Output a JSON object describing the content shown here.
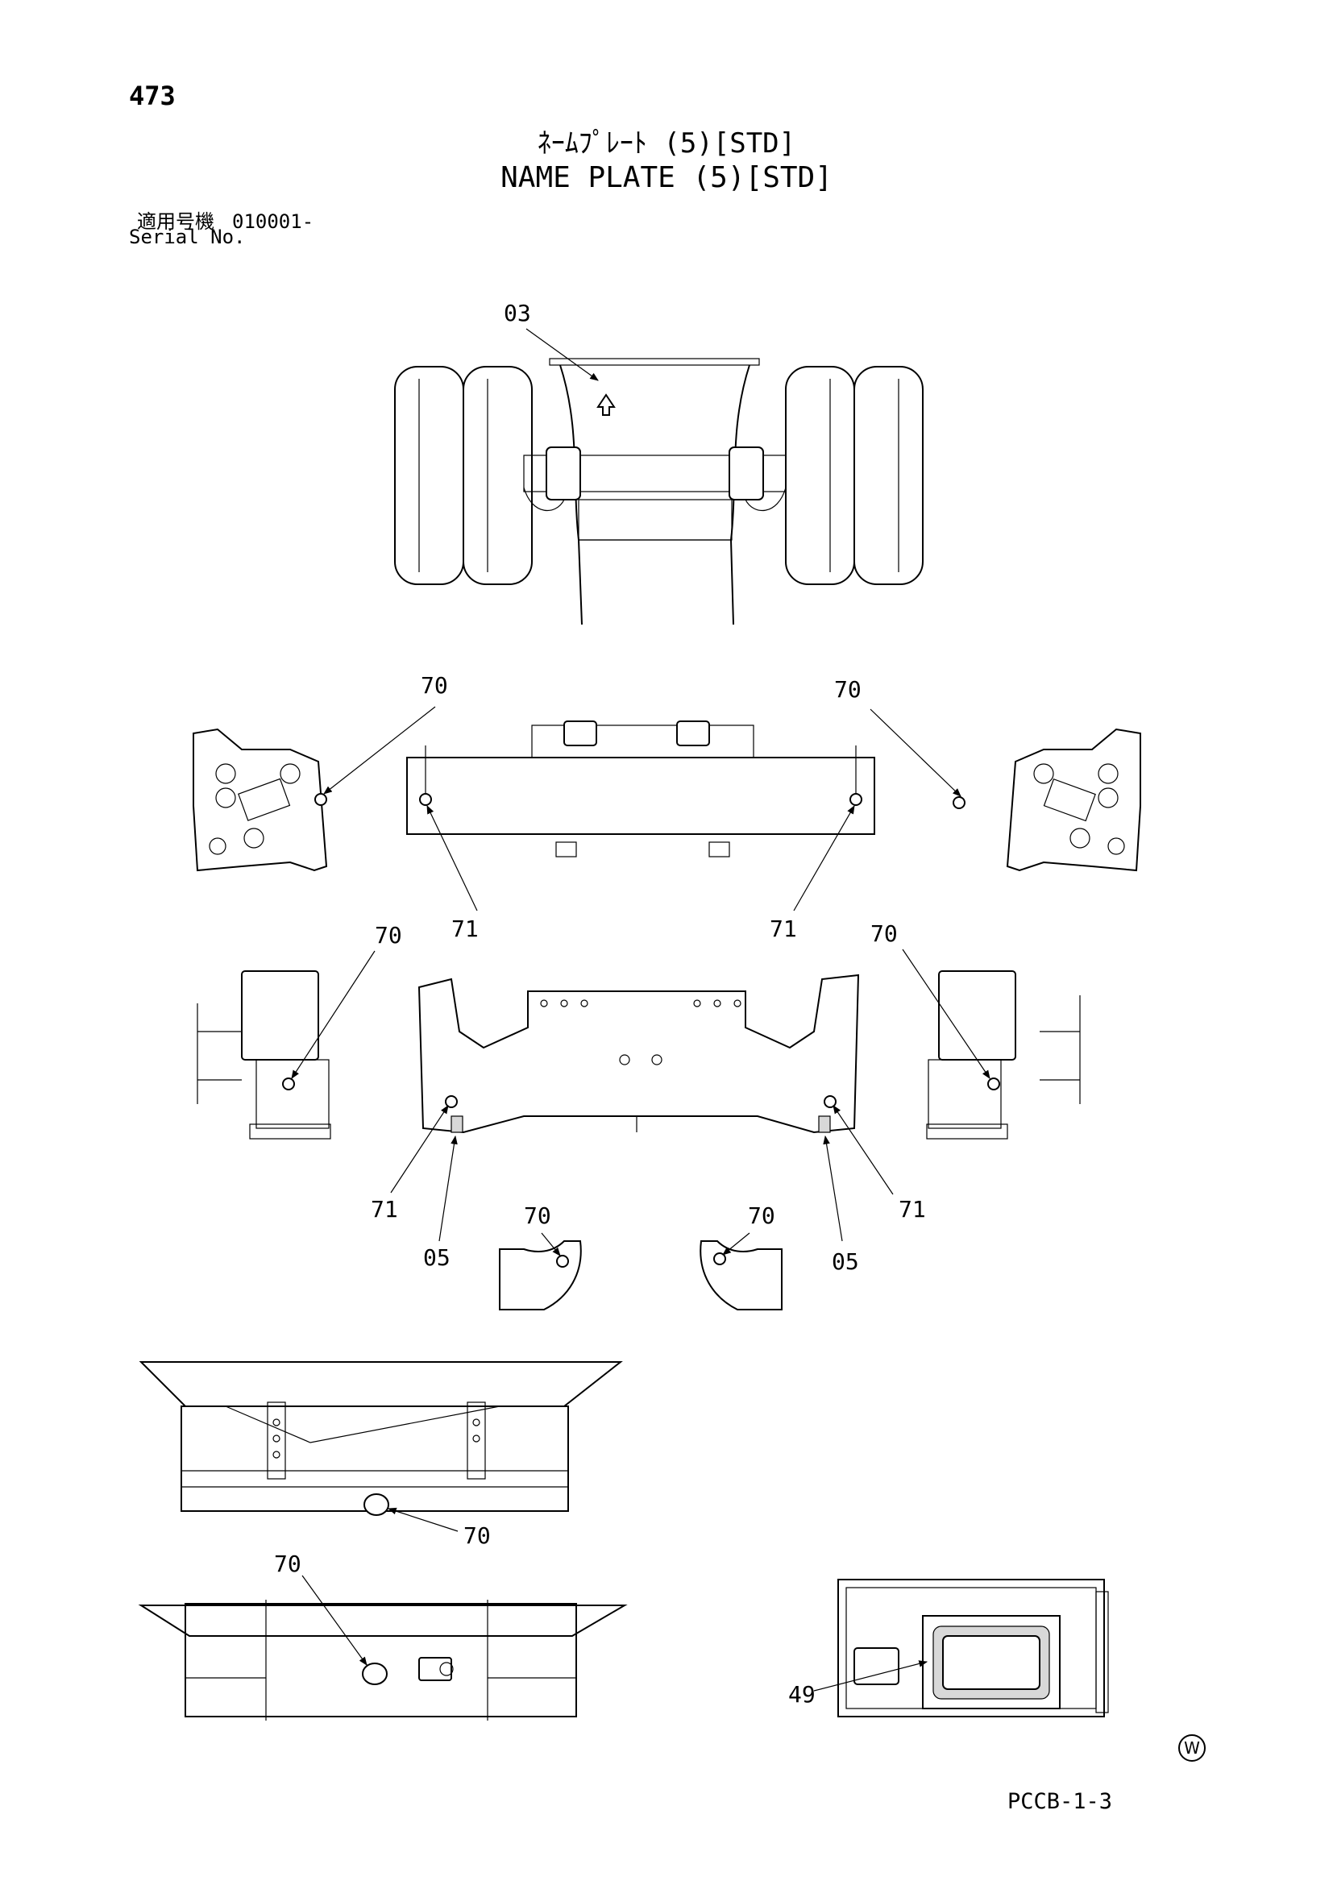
{
  "header": {
    "page_number": "473",
    "title_jp": "ﾈｰﾑﾌﾟﾚｰﾄ (5)[STD]",
    "title_en": "NAME PLATE (5)[STD]",
    "serial_jp_label": "適用号機",
    "serial_value": "010001-",
    "serial_en_label": "Serial No."
  },
  "callouts": {
    "c03": "03",
    "c70_a": "70",
    "c70_b": "70",
    "c71_a": "71",
    "c71_b": "71",
    "c70_c": "70",
    "c70_d": "70",
    "c71_c": "71",
    "c71_d": "71",
    "c05_a": "05",
    "c05_b": "05",
    "c70_e": "70",
    "c70_f": "70",
    "c70_g": "70",
    "c70_h": "70",
    "c49": "49"
  },
  "footer": {
    "code": "PCCB-1-3",
    "stamp": "W"
  }
}
